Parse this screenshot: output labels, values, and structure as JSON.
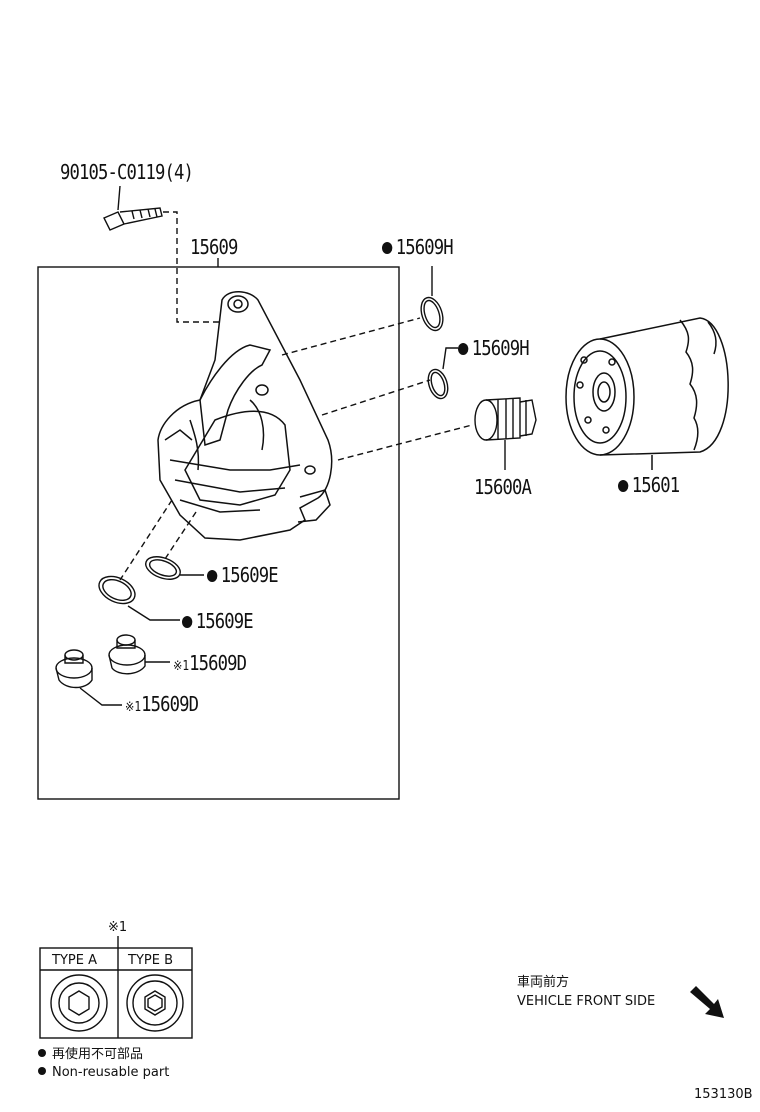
{
  "diagram": {
    "labels": {
      "bolt": "90105-C0119(4)",
      "cover": "15609",
      "gasket_top": "15609H",
      "gasket_mid": "15609H",
      "union": "15600A",
      "filter": "15601",
      "gasket_e1": "15609E",
      "gasket_e2": "15609E",
      "plug_d1": "15609D",
      "plug_d2": "15609D"
    },
    "note_mark": "※1",
    "legend": {
      "mark": "※1",
      "type_a": "TYPE A",
      "type_b": "TYPE B"
    },
    "non_reusable": {
      "jp": "再使用不可部品",
      "en": "Non-reusable part"
    },
    "vehicle_front": {
      "jp": "車両前方",
      "en": "VEHICLE FRONT SIDE"
    },
    "figure_code": "153130B"
  }
}
